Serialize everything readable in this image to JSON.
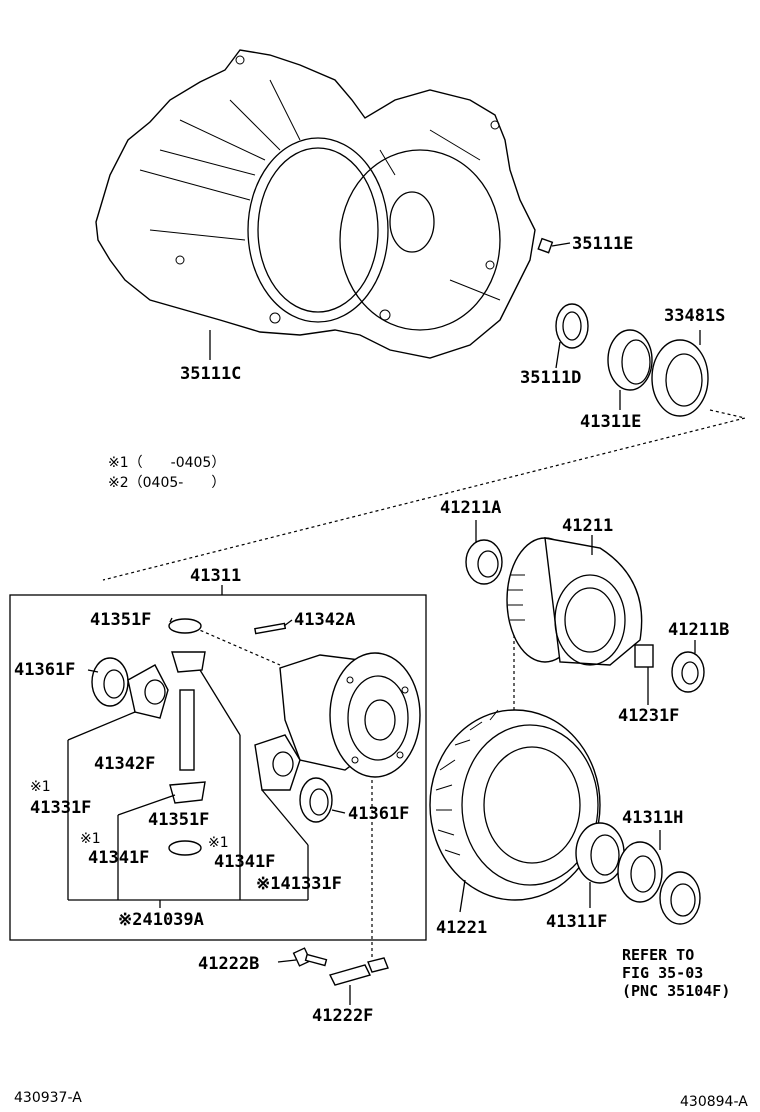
{
  "parts": {
    "p35111E": "35111E",
    "p35111C": "35111C",
    "p33481S": "33481S",
    "p35111D": "35111D",
    "p41311E": "41311E",
    "p41211A": "41211A",
    "p41211": "41211",
    "p41311": "41311",
    "p41351F_top": "41351F",
    "p41342A": "41342A",
    "p41211B": "41211B",
    "p41361F_left": "41361F",
    "p41231F": "41231F",
    "p41342F": "41342F",
    "p41331F": "41331F",
    "p41361F_right": "41361F",
    "p41351F_bottom": "41351F",
    "p41311H": "41311H",
    "p41341F_left": "41341F",
    "p41341F_right": "41341F",
    "p141331F": "※141331F",
    "p241039A": "※241039A",
    "p41221": "41221",
    "p41311F": "41311F",
    "p41222B": "41222B",
    "p41222F": "41222F"
  },
  "notes": {
    "note1": "※1（　　-0405）",
    "note2": "※2（0405-　　）",
    "mark1_a": "※1",
    "mark1_b": "※1",
    "mark1_c": "※1"
  },
  "reference": {
    "line1": "REFER TO",
    "line2": "FIG 35-03",
    "line3": "(PNC 35104F)"
  },
  "codes": {
    "left": "430937-A",
    "right": "430894-A"
  }
}
